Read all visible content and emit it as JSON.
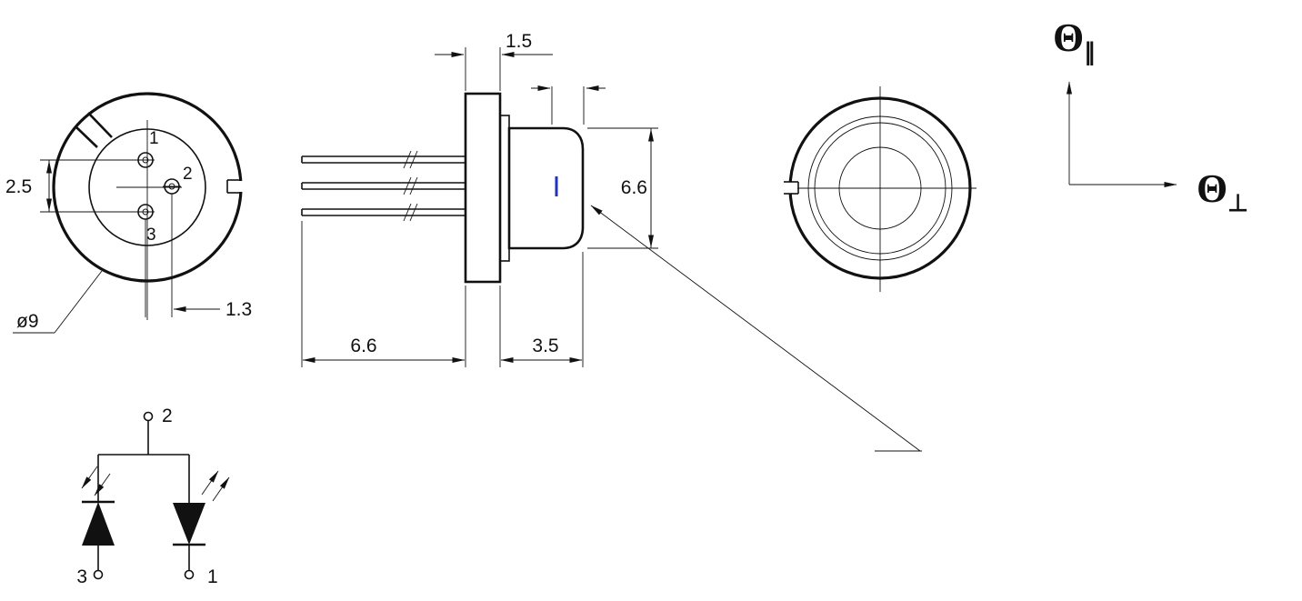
{
  "drawing": {
    "front_view": {
      "pin1_label": "1",
      "pin2_label": "2",
      "pin3_label": "3",
      "pin_spacing_dim": "2.5",
      "pin_offset_dim": "1.3",
      "diameter_dim": "ø9"
    },
    "side_view": {
      "flange_thickness_dim": "1.5",
      "pin_length_dim": "6.6",
      "cap_diameter_dim": "6.6",
      "cap_length_dim": "3.5"
    },
    "axes": {
      "vertical_symbol": "Θ",
      "vertical_subscript": "∥",
      "horizontal_symbol": "Θ",
      "horizontal_subscript": "⊥"
    },
    "schematic": {
      "common_pin_label": "2",
      "photodiode_pin_label": "3",
      "laser_pin_label": "1"
    },
    "colors": {
      "line": "#111111",
      "emitter_mark": "#2233bb"
    }
  }
}
